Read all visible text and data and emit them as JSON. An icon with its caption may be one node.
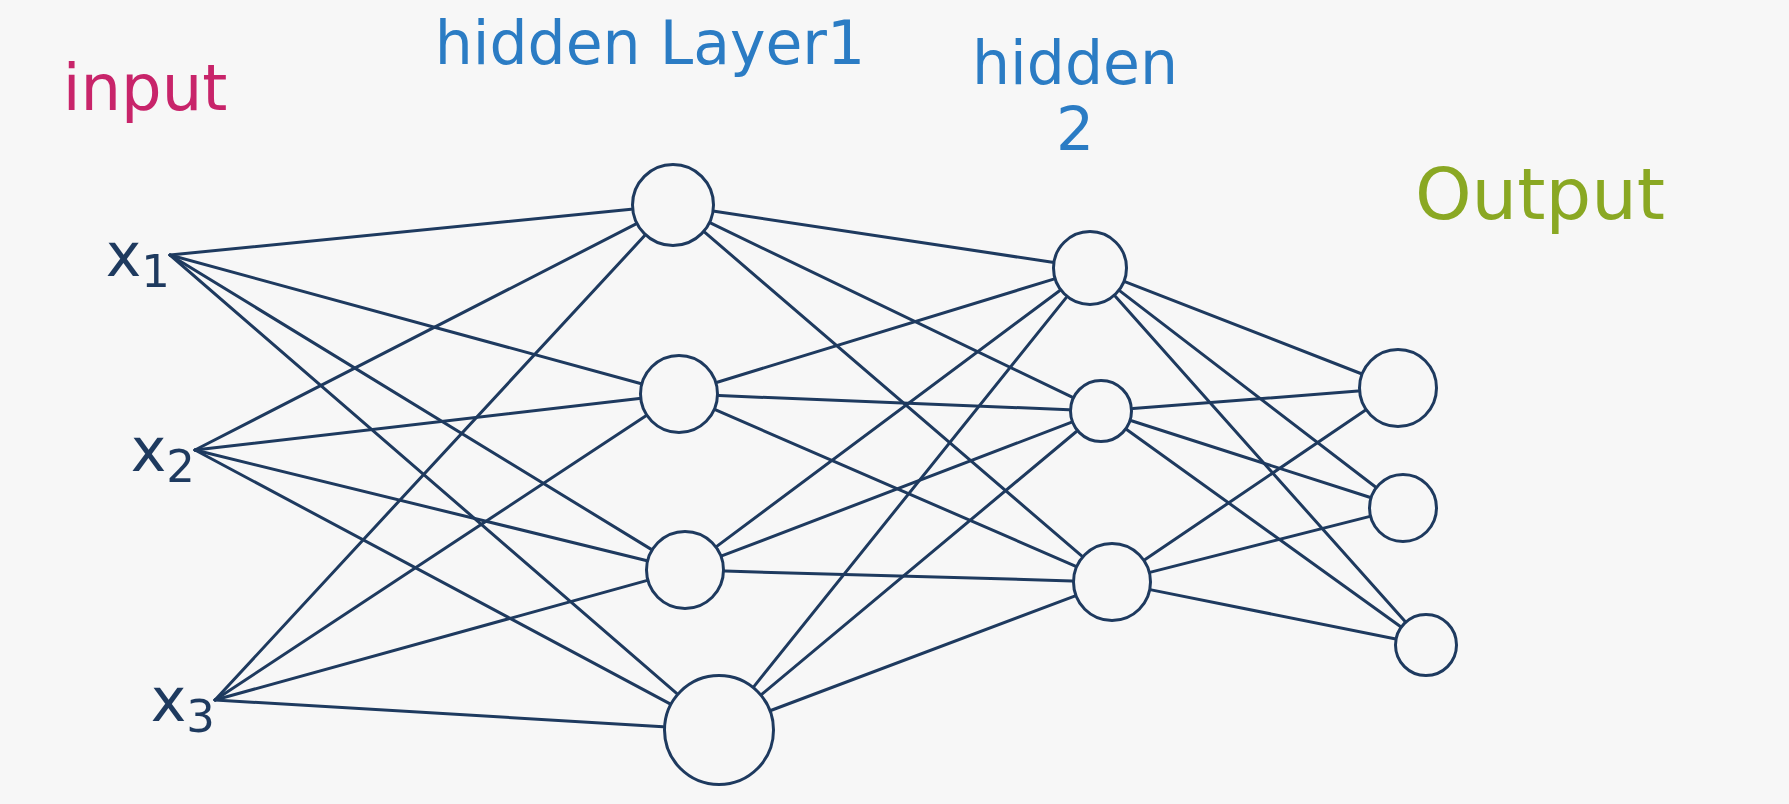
{
  "diagram": {
    "nodes": [
      {
        "text": [
          "x$_{1}$"
        ]
      },
      {
        "text": [
          "x$_{2}$"
        ]
      },
      {
        "text": [
          "x$_{3}$"
        ]
      },
      {
        "text": [],
        "shape": "circle"
      },
      {
        "text": [],
        "shape": "circle"
      },
      {
        "text": [],
        "shape": "circle"
      },
      {
        "text": [],
        "shape": "circle"
      },
      {
        "text": [],
        "shape": "circle"
      },
      {
        "text": [],
        "shape": "circle"
      },
      {
        "text": [],
        "shape": "circle"
      },
      {
        "text": [],
        "shape": "circle"
      },
      {
        "text": [],
        "shape": "circle"
      },
      {
        "text": [],
        "shape": "circle"
      }
    ],
    "edges": [
      {
        "from": 0,
        "to": 3,
        "arrow": "none"
      },
      {
        "from": 0,
        "to": 4,
        "arrow": "none"
      },
      {
        "from": 0,
        "to": 5,
        "arrow": "none"
      },
      {
        "from": 0,
        "to": 6,
        "arrow": "none"
      },
      {
        "from": 1,
        "to": 3,
        "arrow": "none"
      },
      {
        "from": 1,
        "to": 4,
        "arrow": "none"
      },
      {
        "from": 1,
        "to": 5,
        "arrow": "none"
      },
      {
        "from": 1,
        "to": 6,
        "arrow": "none"
      },
      {
        "from": 2,
        "to": 3,
        "arrow": "none"
      },
      {
        "from": 2,
        "to": 4,
        "arrow": "none"
      },
      {
        "from": 2,
        "to": 5,
        "arrow": "none"
      },
      {
        "from": 2,
        "to": 6,
        "arrow": "none"
      },
      {
        "from": 3,
        "to": 7,
        "arrow": "none"
      },
      {
        "from": 3,
        "to": 8,
        "arrow": "none"
      },
      {
        "from": 3,
        "to": 9,
        "arrow": "none"
      },
      {
        "from": 4,
        "to": 7,
        "arrow": "none"
      },
      {
        "from": 4,
        "to": 8,
        "arrow": "none"
      },
      {
        "from": 4,
        "to": 9,
        "arrow": "none"
      },
      {
        "from": 5,
        "to": 7,
        "arrow": "none"
      },
      {
        "from": 5,
        "to": 8,
        "arrow": "none"
      },
      {
        "from": 5,
        "to": 9,
        "arrow": "none"
      },
      {
        "from": 6,
        "to": 7,
        "arrow": "none"
      },
      {
        "from": 6,
        "to": 8,
        "arrow": "none"
      },
      {
        "from": 6,
        "to": 9,
        "arrow": "none"
      },
      {
        "from": 7,
        "to": 10,
        "arrow": "none"
      },
      {
        "from": 7,
        "to": 11,
        "arrow": "none"
      },
      {
        "from": 7,
        "to": 12,
        "arrow": "none"
      },
      {
        "from": 8,
        "to": 10,
        "arrow": "none"
      },
      {
        "from": 8,
        "to": 11,
        "arrow": "none"
      },
      {
        "from": 8,
        "to": 12,
        "arrow": "none"
      },
      {
        "from": 9,
        "to": 10,
        "arrow": "none"
      },
      {
        "from": 9,
        "to": 11,
        "arrow": "none"
      },
      {
        "from": 9,
        "to": 12,
        "arrow": "none"
      }
    ],
    "labels": [
      "input",
      "hidden Layer1",
      "hidden 2",
      "Output"
    ]
  }
}
